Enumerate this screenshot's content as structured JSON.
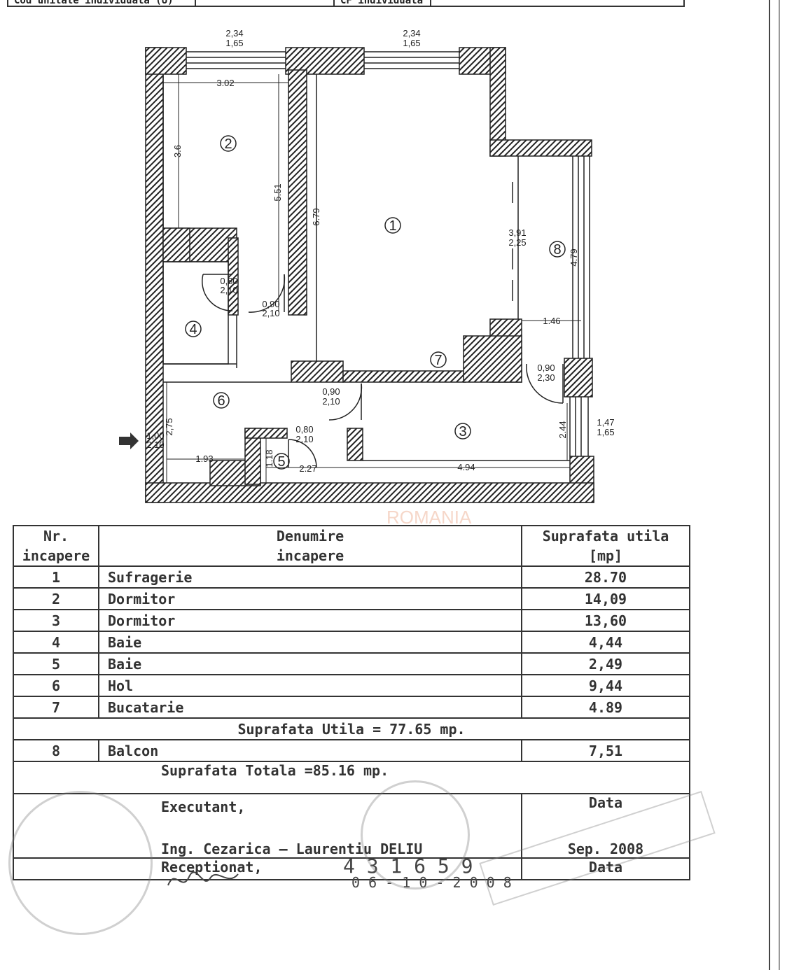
{
  "header": {
    "cell_left": "Cod unitate individuala (U)",
    "cell_right": "CF individuala"
  },
  "plan": {
    "rooms": [
      "1",
      "2",
      "3",
      "4",
      "5",
      "6",
      "7",
      "8"
    ],
    "dims": {
      "win_left_top": "2,34",
      "win_left_bot": "1,65",
      "win_right_top": "2,34",
      "win_right_bot": "1,65",
      "r2_width": "3.02",
      "r2_height": "3.6",
      "r2_depth": "5.51",
      "r1_height": "6.79",
      "door_r4_top": "0,80",
      "door_r4_bot": "2,10",
      "door_r2_top": "0,90",
      "door_r2_bot": "2,10",
      "balc_win_top": "3,91",
      "balc_win_bot": "2,25",
      "balc_height": "4.79",
      "balc_width": "1.46",
      "door_balc_top": "0,90",
      "door_balc_bot": "2,30",
      "door_r1_top": "0,90",
      "door_r1_bot": "2,10",
      "door_r5_top": "0,80",
      "door_r5_bot": "2,10",
      "entry_top": "1,00",
      "entry_bot": "2,10",
      "hol_h": "2,75",
      "hol_w": "1.93",
      "r5_h": "1.18",
      "r5_w": "2.27",
      "r3_w": "4.94",
      "r3_h": "2.44",
      "win_r3_top": "1,47",
      "win_r3_bot": "1,65"
    },
    "watermark": "ROMANIA",
    "entry_arrow": "entry-arrow-icon"
  },
  "table": {
    "head_nr": [
      "Nr.",
      "incapere"
    ],
    "head_name": [
      "Denumire",
      "incapere"
    ],
    "head_area": [
      "Suprafata utila",
      "[mp]"
    ],
    "rows": [
      {
        "nr": "1",
        "name": "Sufragerie",
        "area": "28.70"
      },
      {
        "nr": "2",
        "name": "Dormitor",
        "area": "14,09"
      },
      {
        "nr": "3",
        "name": "Dormitor",
        "area": "13,60"
      },
      {
        "nr": "4",
        "name": "Baie",
        "area": "4,44"
      },
      {
        "nr": "5",
        "name": "Baie",
        "area": "2,49"
      },
      {
        "nr": "6",
        "name": "Hol",
        "area": "9,44"
      },
      {
        "nr": "7",
        "name": "Bucatarie",
        "area": "4.89"
      }
    ],
    "useful_total": "Suprafata Utila = 77.65 mp.",
    "balcony": {
      "nr": "8",
      "name": "Balcon",
      "area": "7,51"
    },
    "grand_total": "Suprafata Totala =85.16 mp.",
    "executant_label": "Executant,",
    "executant_name": "Ing. Cezarica – Laurentiu DELIU",
    "date_label": "Data",
    "date_value": "Sep.  2008",
    "received_label": "Receptionat,",
    "received_number": "4 3 1 6 5 9",
    "received_date": "0 6 - 1 0 - 2 0 0 8",
    "date_label2": "Data"
  }
}
